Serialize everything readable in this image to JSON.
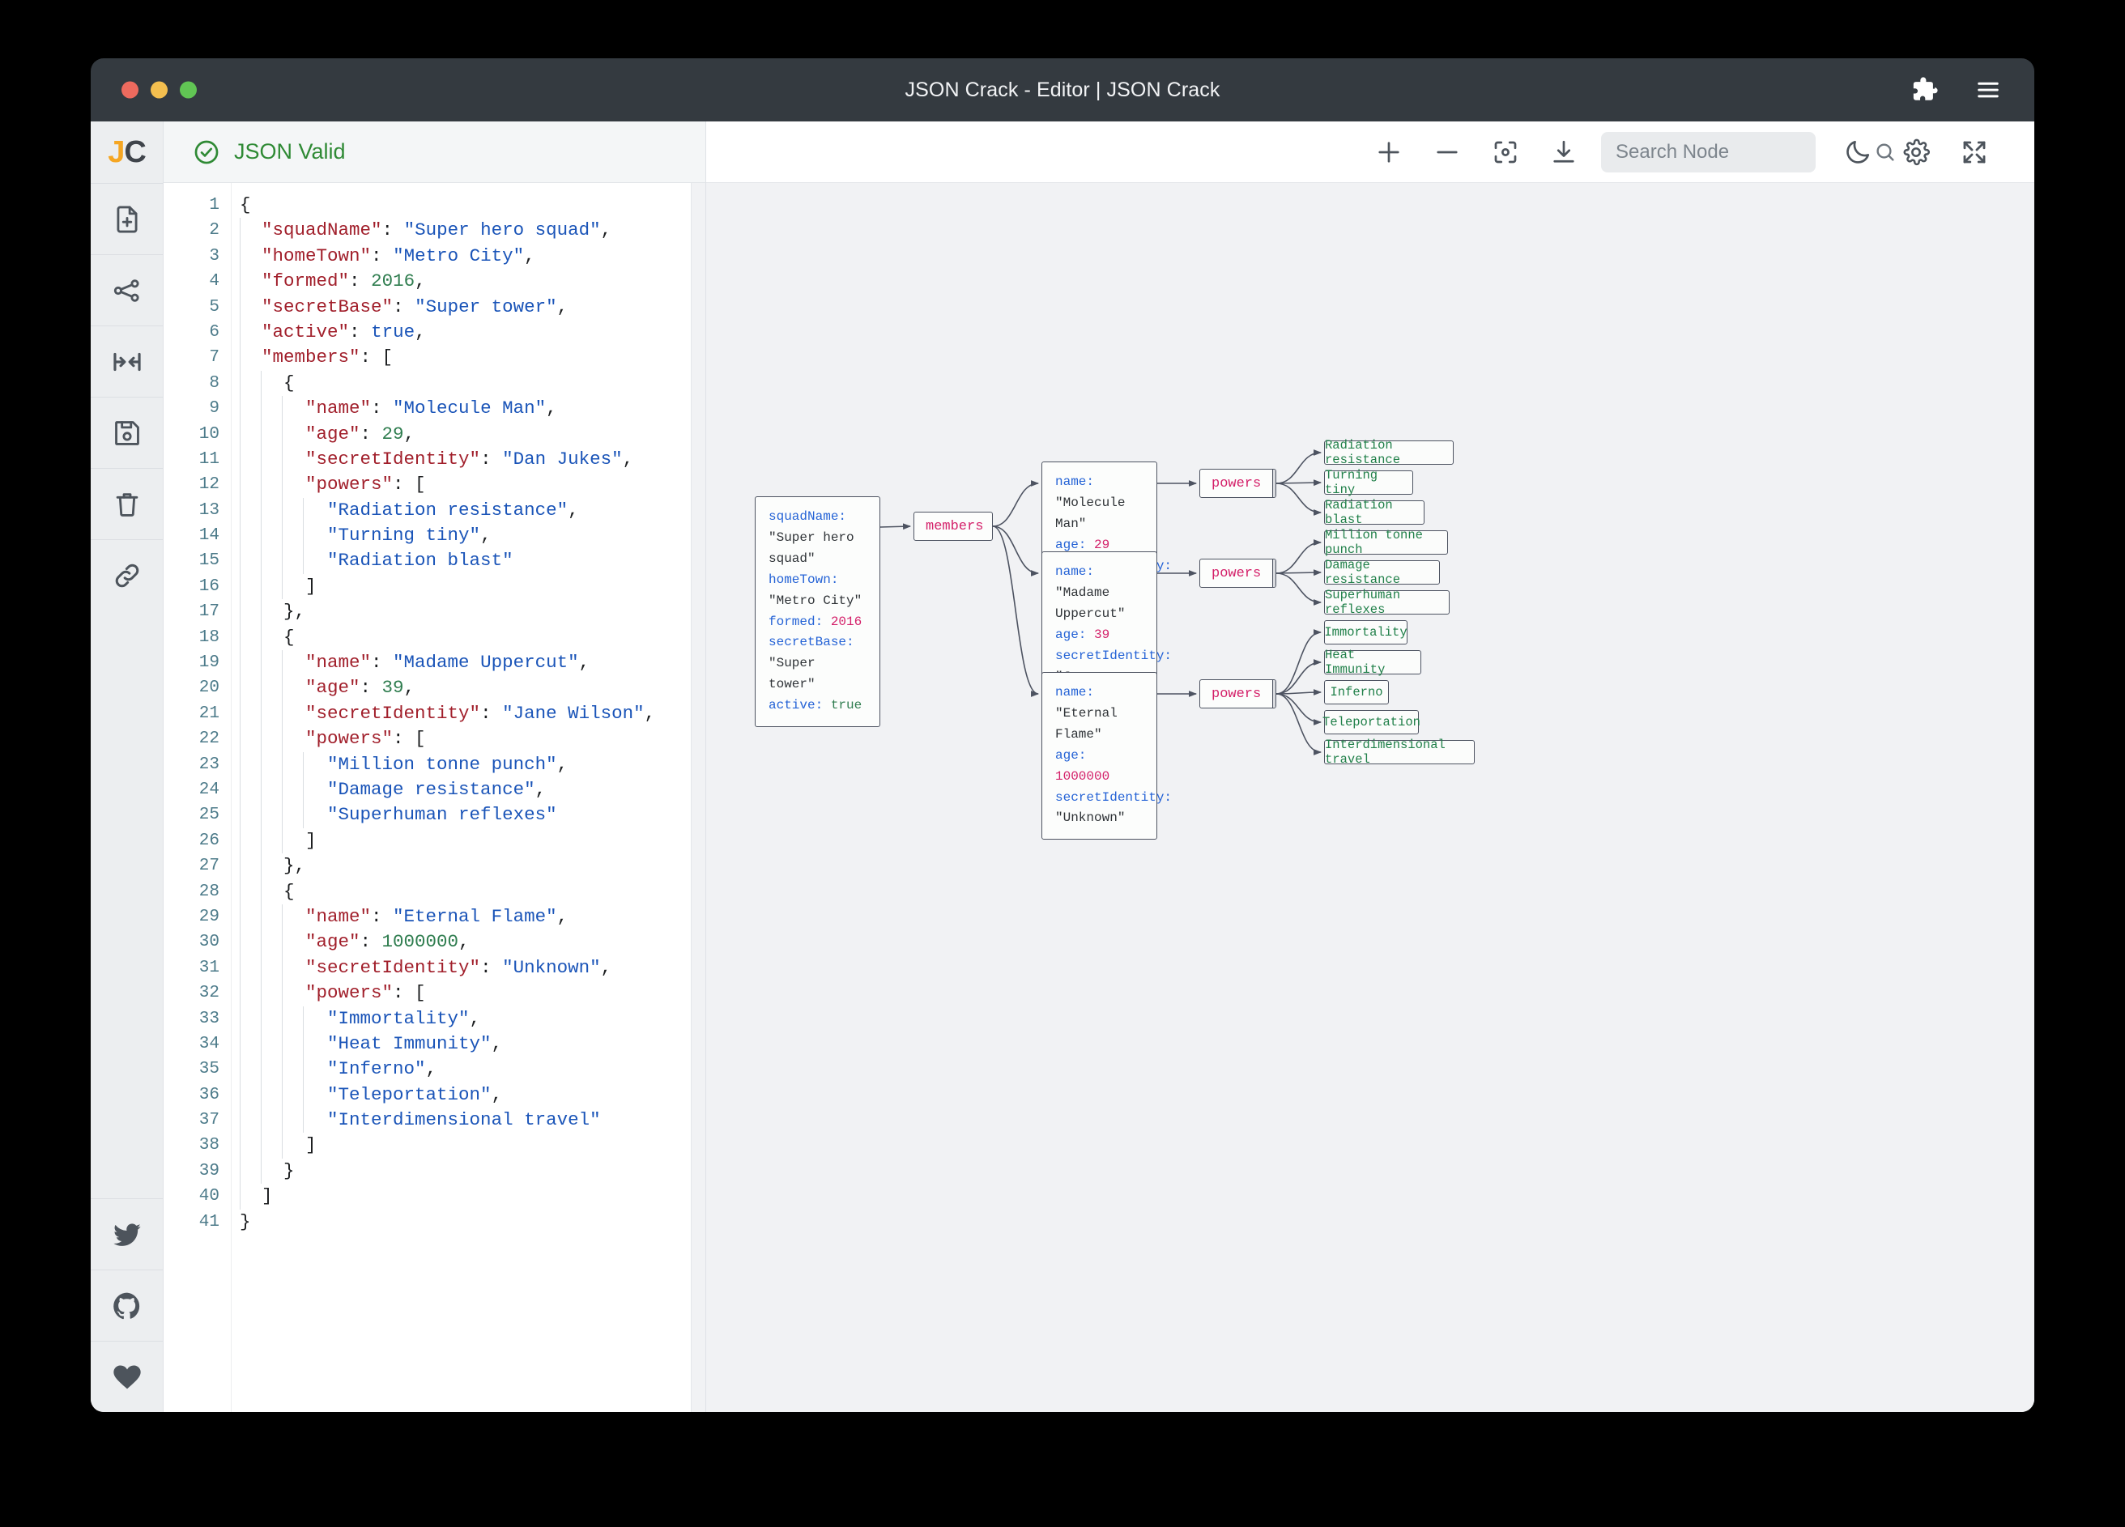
{
  "window": {
    "title": "JSON Crack - Editor | JSON Crack",
    "titlebar_icons": [
      {
        "name": "extensions-puzzle-icon",
        "label": "Extensions"
      },
      {
        "name": "hamburger-menu-icon",
        "label": "Menu"
      }
    ]
  },
  "rail": {
    "logo": {
      "first": "J",
      "second": "C"
    },
    "items": [
      {
        "name": "new-file-icon",
        "label": "New document"
      },
      {
        "name": "share-graph-icon",
        "label": "Share / graph view"
      },
      {
        "name": "collapse-horizontal-icon",
        "label": "Collapse nodes"
      },
      {
        "name": "save-floppy-icon",
        "label": "Save"
      },
      {
        "name": "delete-trash-icon",
        "label": "Delete"
      },
      {
        "name": "link-icon",
        "label": "Copy link"
      }
    ],
    "social": [
      {
        "name": "twitter-icon",
        "label": "Twitter"
      },
      {
        "name": "github-icon",
        "label": "GitHub"
      },
      {
        "name": "heart-icon",
        "label": "Sponsor"
      }
    ]
  },
  "editor": {
    "status": {
      "text": "JSON Valid",
      "icon": "check-circle-icon",
      "color": "#2f8a35"
    },
    "lines": [
      {
        "n": 1,
        "indent": 0,
        "tokens": [
          {
            "t": "punct",
            "v": "{"
          }
        ]
      },
      {
        "n": 2,
        "indent": 1,
        "tokens": [
          {
            "t": "key",
            "v": "\"squadName\""
          },
          {
            "t": "punct",
            "v": ": "
          },
          {
            "t": "str",
            "v": "\"Super hero squad\""
          },
          {
            "t": "punct",
            "v": ","
          }
        ]
      },
      {
        "n": 3,
        "indent": 1,
        "tokens": [
          {
            "t": "key",
            "v": "\"homeTown\""
          },
          {
            "t": "punct",
            "v": ": "
          },
          {
            "t": "str",
            "v": "\"Metro City\""
          },
          {
            "t": "punct",
            "v": ","
          }
        ]
      },
      {
        "n": 4,
        "indent": 1,
        "tokens": [
          {
            "t": "key",
            "v": "\"formed\""
          },
          {
            "t": "punct",
            "v": ": "
          },
          {
            "t": "num",
            "v": "2016"
          },
          {
            "t": "punct",
            "v": ","
          }
        ]
      },
      {
        "n": 5,
        "indent": 1,
        "tokens": [
          {
            "t": "key",
            "v": "\"secretBase\""
          },
          {
            "t": "punct",
            "v": ": "
          },
          {
            "t": "str",
            "v": "\"Super tower\""
          },
          {
            "t": "punct",
            "v": ","
          }
        ]
      },
      {
        "n": 6,
        "indent": 1,
        "tokens": [
          {
            "t": "key",
            "v": "\"active\""
          },
          {
            "t": "punct",
            "v": ": "
          },
          {
            "t": "bool",
            "v": "true"
          },
          {
            "t": "punct",
            "v": ","
          }
        ]
      },
      {
        "n": 7,
        "indent": 1,
        "tokens": [
          {
            "t": "key",
            "v": "\"members\""
          },
          {
            "t": "punct",
            "v": ": ["
          }
        ]
      },
      {
        "n": 8,
        "indent": 2,
        "tokens": [
          {
            "t": "punct",
            "v": "{"
          }
        ]
      },
      {
        "n": 9,
        "indent": 3,
        "tokens": [
          {
            "t": "key",
            "v": "\"name\""
          },
          {
            "t": "punct",
            "v": ": "
          },
          {
            "t": "str",
            "v": "\"Molecule Man\""
          },
          {
            "t": "punct",
            "v": ","
          }
        ]
      },
      {
        "n": 10,
        "indent": 3,
        "tokens": [
          {
            "t": "key",
            "v": "\"age\""
          },
          {
            "t": "punct",
            "v": ": "
          },
          {
            "t": "num",
            "v": "29"
          },
          {
            "t": "punct",
            "v": ","
          }
        ]
      },
      {
        "n": 11,
        "indent": 3,
        "tokens": [
          {
            "t": "key",
            "v": "\"secretIdentity\""
          },
          {
            "t": "punct",
            "v": ": "
          },
          {
            "t": "str",
            "v": "\"Dan Jukes\""
          },
          {
            "t": "punct",
            "v": ","
          }
        ]
      },
      {
        "n": 12,
        "indent": 3,
        "tokens": [
          {
            "t": "key",
            "v": "\"powers\""
          },
          {
            "t": "punct",
            "v": ": ["
          }
        ]
      },
      {
        "n": 13,
        "indent": 4,
        "tokens": [
          {
            "t": "str",
            "v": "\"Radiation resistance\""
          },
          {
            "t": "punct",
            "v": ","
          }
        ]
      },
      {
        "n": 14,
        "indent": 4,
        "tokens": [
          {
            "t": "str",
            "v": "\"Turning tiny\""
          },
          {
            "t": "punct",
            "v": ","
          }
        ]
      },
      {
        "n": 15,
        "indent": 4,
        "tokens": [
          {
            "t": "str",
            "v": "\"Radiation blast\""
          }
        ]
      },
      {
        "n": 16,
        "indent": 3,
        "tokens": [
          {
            "t": "punct",
            "v": "]"
          }
        ]
      },
      {
        "n": 17,
        "indent": 2,
        "tokens": [
          {
            "t": "punct",
            "v": "},"
          }
        ]
      },
      {
        "n": 18,
        "indent": 2,
        "tokens": [
          {
            "t": "punct",
            "v": "{"
          }
        ]
      },
      {
        "n": 19,
        "indent": 3,
        "tokens": [
          {
            "t": "key",
            "v": "\"name\""
          },
          {
            "t": "punct",
            "v": ": "
          },
          {
            "t": "str",
            "v": "\"Madame Uppercut\""
          },
          {
            "t": "punct",
            "v": ","
          }
        ]
      },
      {
        "n": 20,
        "indent": 3,
        "tokens": [
          {
            "t": "key",
            "v": "\"age\""
          },
          {
            "t": "punct",
            "v": ": "
          },
          {
            "t": "num",
            "v": "39"
          },
          {
            "t": "punct",
            "v": ","
          }
        ]
      },
      {
        "n": 21,
        "indent": 3,
        "tokens": [
          {
            "t": "key",
            "v": "\"secretIdentity\""
          },
          {
            "t": "punct",
            "v": ": "
          },
          {
            "t": "str",
            "v": "\"Jane Wilson\""
          },
          {
            "t": "punct",
            "v": ","
          }
        ]
      },
      {
        "n": 22,
        "indent": 3,
        "tokens": [
          {
            "t": "key",
            "v": "\"powers\""
          },
          {
            "t": "punct",
            "v": ": ["
          }
        ]
      },
      {
        "n": 23,
        "indent": 4,
        "tokens": [
          {
            "t": "str",
            "v": "\"Million tonne punch\""
          },
          {
            "t": "punct",
            "v": ","
          }
        ]
      },
      {
        "n": 24,
        "indent": 4,
        "tokens": [
          {
            "t": "str",
            "v": "\"Damage resistance\""
          },
          {
            "t": "punct",
            "v": ","
          }
        ]
      },
      {
        "n": 25,
        "indent": 4,
        "tokens": [
          {
            "t": "str",
            "v": "\"Superhuman reflexes\""
          }
        ]
      },
      {
        "n": 26,
        "indent": 3,
        "tokens": [
          {
            "t": "punct",
            "v": "]"
          }
        ]
      },
      {
        "n": 27,
        "indent": 2,
        "tokens": [
          {
            "t": "punct",
            "v": "},"
          }
        ]
      },
      {
        "n": 28,
        "indent": 2,
        "tokens": [
          {
            "t": "punct",
            "v": "{"
          }
        ]
      },
      {
        "n": 29,
        "indent": 3,
        "tokens": [
          {
            "t": "key",
            "v": "\"name\""
          },
          {
            "t": "punct",
            "v": ": "
          },
          {
            "t": "str",
            "v": "\"Eternal Flame\""
          },
          {
            "t": "punct",
            "v": ","
          }
        ]
      },
      {
        "n": 30,
        "indent": 3,
        "tokens": [
          {
            "t": "key",
            "v": "\"age\""
          },
          {
            "t": "punct",
            "v": ": "
          },
          {
            "t": "num",
            "v": "1000000"
          },
          {
            "t": "punct",
            "v": ","
          }
        ]
      },
      {
        "n": 31,
        "indent": 3,
        "tokens": [
          {
            "t": "key",
            "v": "\"secretIdentity\""
          },
          {
            "t": "punct",
            "v": ": "
          },
          {
            "t": "str",
            "v": "\"Unknown\""
          },
          {
            "t": "punct",
            "v": ","
          }
        ]
      },
      {
        "n": 32,
        "indent": 3,
        "tokens": [
          {
            "t": "key",
            "v": "\"powers\""
          },
          {
            "t": "punct",
            "v": ": ["
          }
        ]
      },
      {
        "n": 33,
        "indent": 4,
        "tokens": [
          {
            "t": "str",
            "v": "\"Immortality\""
          },
          {
            "t": "punct",
            "v": ","
          }
        ]
      },
      {
        "n": 34,
        "indent": 4,
        "tokens": [
          {
            "t": "str",
            "v": "\"Heat Immunity\""
          },
          {
            "t": "punct",
            "v": ","
          }
        ]
      },
      {
        "n": 35,
        "indent": 4,
        "tokens": [
          {
            "t": "str",
            "v": "\"Inferno\""
          },
          {
            "t": "punct",
            "v": ","
          }
        ]
      },
      {
        "n": 36,
        "indent": 4,
        "tokens": [
          {
            "t": "str",
            "v": "\"Teleportation\""
          },
          {
            "t": "punct",
            "v": ","
          }
        ]
      },
      {
        "n": 37,
        "indent": 4,
        "tokens": [
          {
            "t": "str",
            "v": "\"Interdimensional travel\""
          }
        ]
      },
      {
        "n": 38,
        "indent": 3,
        "tokens": [
          {
            "t": "punct",
            "v": "]"
          }
        ]
      },
      {
        "n": 39,
        "indent": 2,
        "tokens": [
          {
            "t": "punct",
            "v": "}"
          }
        ]
      },
      {
        "n": 40,
        "indent": 1,
        "tokens": [
          {
            "t": "punct",
            "v": "]"
          }
        ]
      },
      {
        "n": 41,
        "indent": 0,
        "tokens": [
          {
            "t": "punct",
            "v": "}"
          }
        ]
      }
    ]
  },
  "graph_toolbar": {
    "buttons": [
      {
        "name": "zoom-in-icon",
        "label": "Zoom in"
      },
      {
        "name": "zoom-out-icon",
        "label": "Zoom out"
      },
      {
        "name": "center-view-icon",
        "label": "Center view"
      },
      {
        "name": "download-icon",
        "label": "Download image"
      }
    ],
    "search": {
      "placeholder": "Search Node",
      "value": "",
      "icon": "search-icon"
    },
    "right_buttons": [
      {
        "name": "dark-mode-moon-icon",
        "label": "Toggle dark mode"
      },
      {
        "name": "settings-gear-icon",
        "label": "Settings"
      },
      {
        "name": "fullscreen-expand-icon",
        "label": "Fullscreen"
      }
    ]
  },
  "graph": {
    "root": {
      "id": "root-node",
      "rows": [
        {
          "key": "squadName",
          "value": "\"Super hero squad\"",
          "type": "s"
        },
        {
          "key": "homeTown",
          "value": "\"Metro City\"",
          "type": "s"
        },
        {
          "key": "formed",
          "value": "2016",
          "type": "n"
        },
        {
          "key": "secretBase",
          "value": "\"Super tower\"",
          "type": "s"
        },
        {
          "key": "active",
          "value": "true",
          "type": "b"
        }
      ]
    },
    "members_node": {
      "id": "members-node",
      "label": "members",
      "collapse_icon": "collapse-inward-icon"
    },
    "members": [
      {
        "id": "member-node-molecule-man",
        "rows": [
          {
            "key": "name",
            "value": "\"Molecule Man\"",
            "type": "s"
          },
          {
            "key": "age",
            "value": "29",
            "type": "n"
          },
          {
            "key": "secretIdentity",
            "value": "\"Dan Jukes\"",
            "type": "s"
          }
        ],
        "powers_label": "powers",
        "powers": [
          "Radiation resistance",
          "Turning tiny",
          "Radiation blast"
        ]
      },
      {
        "id": "member-node-madame-uppercut",
        "rows": [
          {
            "key": "name",
            "value": "\"Madame Uppercut\"",
            "type": "s"
          },
          {
            "key": "age",
            "value": "39",
            "type": "n"
          },
          {
            "key": "secretIdentity",
            "value": "\"Jane Wilson\"",
            "type": "s"
          }
        ],
        "powers_label": "powers",
        "powers": [
          "Million tonne punch",
          "Damage resistance",
          "Superhuman reflexes"
        ]
      },
      {
        "id": "member-node-eternal-flame",
        "rows": [
          {
            "key": "name",
            "value": "\"Eternal Flame\"",
            "type": "s"
          },
          {
            "key": "age",
            "value": "1000000",
            "type": "n"
          },
          {
            "key": "secretIdentity",
            "value": "\"Unknown\"",
            "type": "s"
          }
        ],
        "powers_label": "powers",
        "powers": [
          "Immortality",
          "Heat Immunity",
          "Inferno",
          "Teleportation",
          "Interdimensional travel"
        ]
      }
    ]
  },
  "colors": {
    "titlebar": "#343a40",
    "canvas": "#f1f2f4",
    "valid_green": "#2f8a35",
    "node_border": "#4d5361",
    "graph_key": "#2563d6",
    "graph_number": "#d4216a",
    "graph_leaf": "#21804a",
    "logo_accent": "#f5a623"
  }
}
